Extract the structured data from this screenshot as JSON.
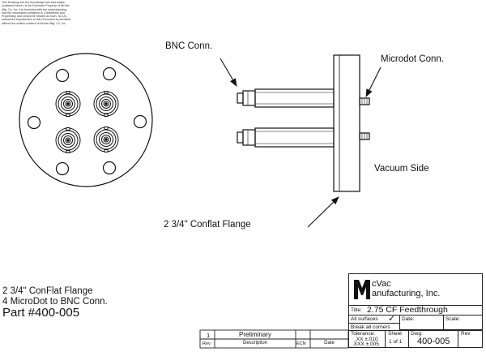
{
  "notice": "This Drawing and the Knowledge and information\ncontained herein, is the Exclusive Property of McVac\nMfg. Co. Inc. It is furnished with the understanding\nthat the information contained is Confidential and\nProprietary, and should be treated as such. No Un-\nauthorized reproduction of this Document is permitted\nwithout the written consent of McVac Mfg. Co. Inc",
  "callouts": {
    "bnc": "BNC Conn.",
    "microdot": "Microdot Conn.",
    "vacuum": "Vacuum Side",
    "flange": "2 3/4\" Conflat Flange"
  },
  "description": {
    "line1": "2 3/4\" ConFlat Flange",
    "line2": "4 MicroDot to BNC Conn.",
    "part": "Part #400-005"
  },
  "title_block": {
    "logo_letter": "M",
    "company_line1": "cVac",
    "company_line2": "anufacturing, Inc.",
    "title_label": "Title:",
    "title": "2.75 CF Feedthrough",
    "all_surfaces": "All surfaces",
    "check_mark": "✓",
    "date_label": "Date:",
    "scale_label": "Scale:",
    "break_corners": "Break all corners",
    "tolerance_label": "Tolerance:",
    "tol_xx": ".XX  ±.010",
    "tol_xxx": ".XXX  ±.005",
    "sheet_label": "Sheet",
    "sheet_value": "1  of  1",
    "dwg_label": "Dwg:",
    "dwg_number": "400-005",
    "rev_label": "Rev"
  },
  "revision_table": {
    "row_rev": "1",
    "row_description": "Preliminary",
    "header_rev": "Rev",
    "header_description": "Description",
    "header_ecn": "ECN",
    "header_date": "Date"
  }
}
